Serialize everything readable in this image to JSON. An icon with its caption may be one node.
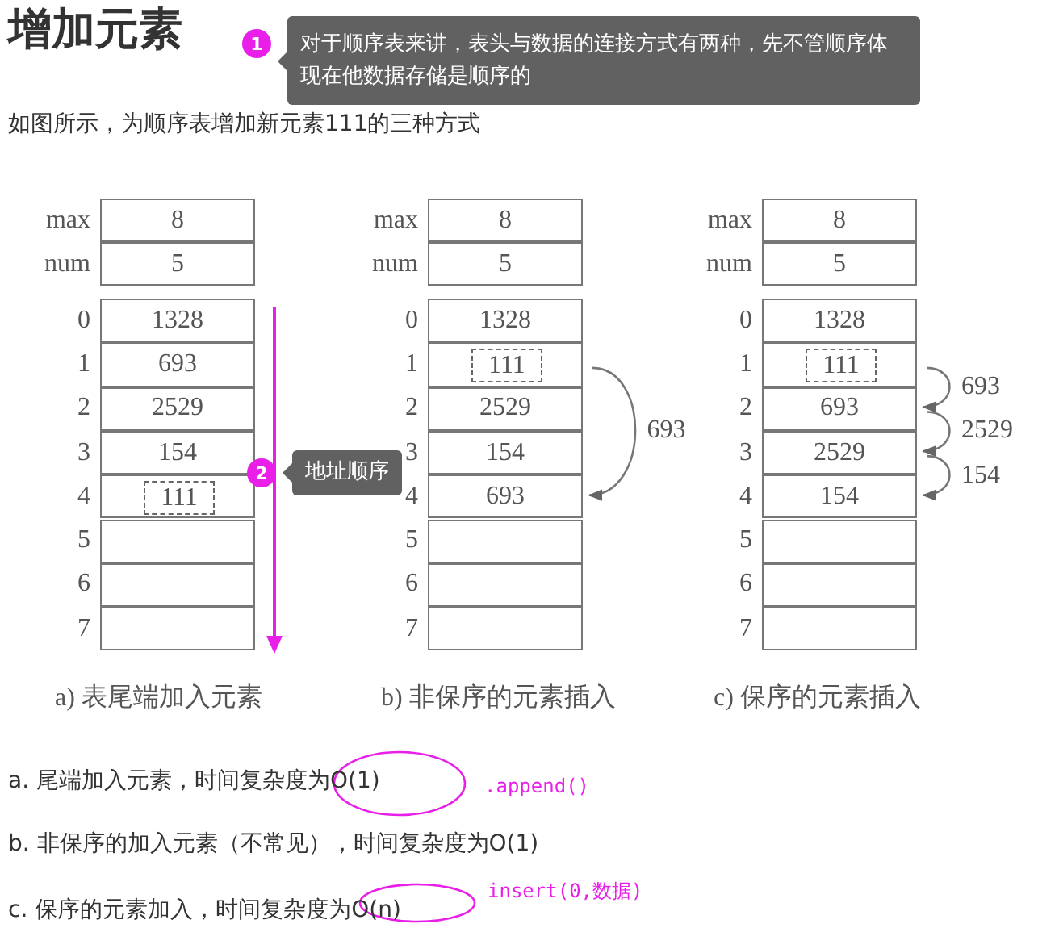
{
  "diagram": {
    "title": "增加元素",
    "nodes": [
      {
        "text": [
          "1"
        ]
      },
      {
        "text": [
          "对于顺序表来讲，表头与数据的连接方式有两种，先不管顺序体现在他数据存储是顺序的"
        ]
      },
      {
        "text": [
          "8"
        ],
        "beside": [
          "max"
        ]
      },
      {
        "text": [
          "5"
        ],
        "beside": [
          "num"
        ]
      },
      {
        "text": [
          "1328"
        ],
        "beside": [
          "0"
        ]
      },
      {
        "text": [
          "693"
        ],
        "beside": [
          "1"
        ]
      },
      {
        "text": [
          "2529"
        ],
        "beside": [
          "2"
        ]
      },
      {
        "text": [
          "154"
        ],
        "beside": [
          "3"
        ]
      },
      {
        "text": [],
        "shape": "box",
        "beside": [
          "4"
        ]
      },
      {
        "text": [
          "111"
        ],
        "in": 8
      },
      {
        "text": [],
        "shape": "box",
        "beside": [
          "5"
        ]
      },
      {
        "text": [],
        "shape": "box",
        "beside": [
          "6"
        ]
      },
      {
        "text": [],
        "shape": "box",
        "beside": [
          "7"
        ]
      },
      {
        "text": [
          "2"
        ]
      },
      {
        "text": [
          "地址顺序"
        ]
      },
      {
        "text": [
          "8"
        ],
        "beside": [
          "max"
        ]
      },
      {
        "text": [
          "5"
        ],
        "beside": [
          "num"
        ]
      },
      {
        "text": [
          "1328"
        ],
        "beside": [
          "0"
        ]
      },
      {
        "text": [],
        "shape": "box",
        "beside": [
          "1"
        ]
      },
      {
        "text": [
          "111"
        ],
        "in": 18
      },
      {
        "text": [
          "2529"
        ],
        "beside": [
          "2"
        ]
      },
      {
        "text": [
          "154"
        ],
        "beside": [
          "3"
        ]
      },
      {
        "text": [
          "693"
        ],
        "beside": [
          "4"
        ]
      },
      {
        "text": [],
        "shape": "box",
        "beside": [
          "5"
        ]
      },
      {
        "text": [],
        "shape": "box",
        "beside": [
          "6"
        ]
      },
      {
        "text": [],
        "shape": "box",
        "beside": [
          "7"
        ]
      },
      {
        "text": [
          "8"
        ],
        "beside": [
          "max"
        ]
      },
      {
        "text": [
          "5"
        ],
        "beside": [
          "num"
        ]
      },
      {
        "text": [
          "1328"
        ],
        "beside": [
          "0"
        ]
      },
      {
        "text": [],
        "shape": "box",
        "beside": [
          "1"
        ]
      },
      {
        "text": [
          "111"
        ],
        "in": 29
      },
      {
        "text": [
          "693"
        ],
        "beside": [
          "2"
        ]
      },
      {
        "text": [
          "2529"
        ],
        "beside": [
          "3"
        ]
      },
      {
        "text": [
          "154"
        ],
        "beside": [
          "4"
        ]
      },
      {
        "text": [],
        "shape": "box",
        "beside": [
          "5"
        ]
      },
      {
        "text": [],
        "shape": "box",
        "beside": [
          "6"
        ]
      },
      {
        "text": [],
        "shape": "box",
        "beside": [
          "7"
        ]
      },
      {
        "text": [],
        "shape": "circle"
      },
      {
        "text": [],
        "shape": "circle"
      }
    ],
    "edges": [
      {
        "from": 18,
        "to": 22,
        "arrow": "to",
        "label": "693"
      },
      {
        "from": 29,
        "to": 31,
        "arrow": "to",
        "label": "693"
      },
      {
        "from": 31,
        "to": 32,
        "arrow": "to",
        "label": "2529"
      },
      {
        "from": 32,
        "to": 33,
        "arrow": "to",
        "label": "154"
      }
    ],
    "labels": [
      "如图所示，为顺序表增加新元素111的三种方式",
      "a) 表尾端加入元素",
      "b) 非保序的元素插入",
      "c) 保序的元素插入",
      "a. 尾端加入元素，时间复杂度为O(1)",
      ".append()",
      "b. 非保序的加入元素（不常见），时间复杂度为O(1)",
      "c. 保序的元素加入，时间复杂度为O(n)",
      "insert(0,数据)"
    ]
  }
}
